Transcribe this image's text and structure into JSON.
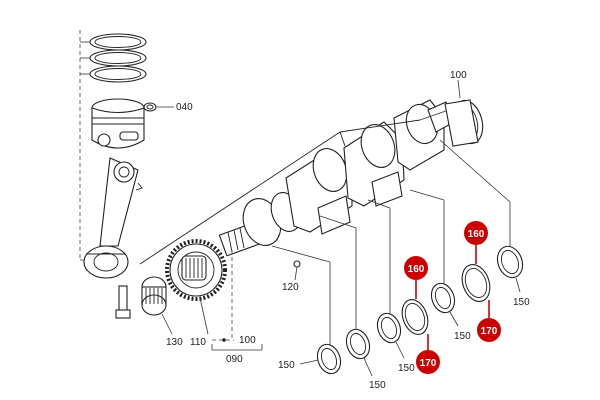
{
  "labels": {
    "l040": "040",
    "l100_top": "100",
    "l100_bottom": "100",
    "l120": "120",
    "l130": "130",
    "l110": "110",
    "l090": "090",
    "l150_a": "150",
    "l150_b": "150",
    "l150_c": "150",
    "l150_d": "150",
    "l150_e": "150"
  },
  "callouts": {
    "c160_left": "160",
    "c170_left": "170",
    "c160_right": "160",
    "c170_right": "170"
  },
  "colors": {
    "callout": "#cc0000",
    "line": "#222222"
  }
}
